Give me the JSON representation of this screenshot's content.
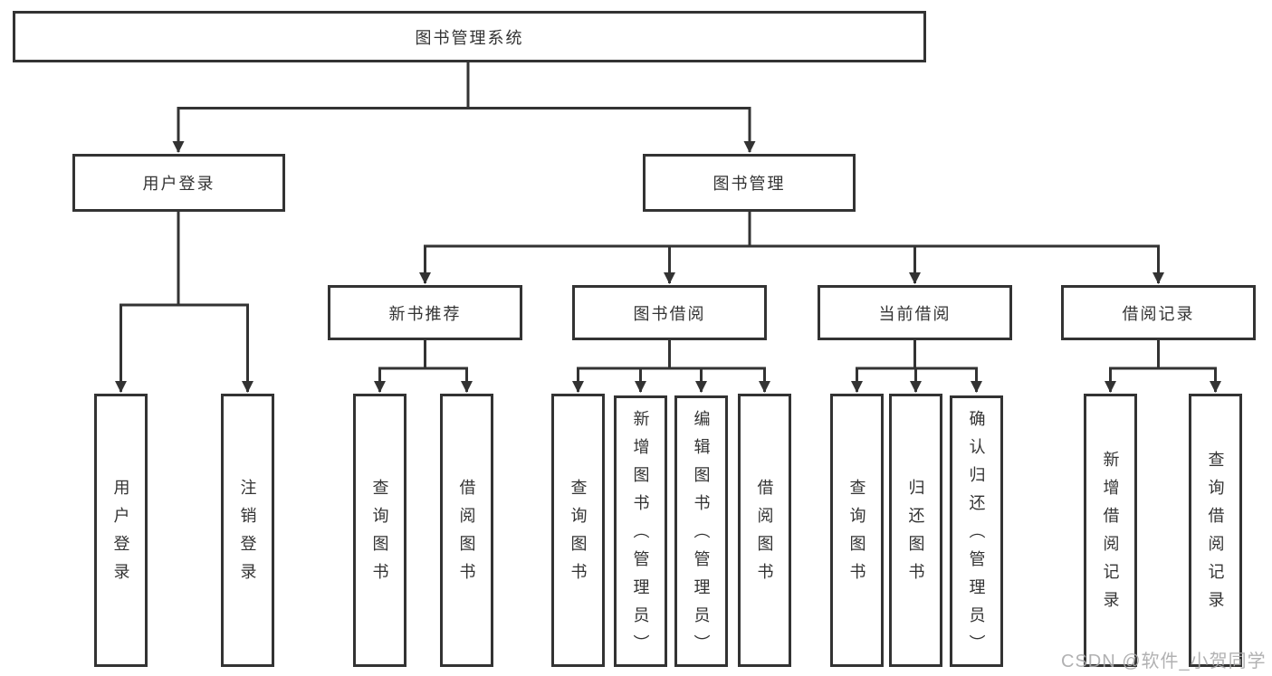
{
  "root": {
    "label": "图书管理系统"
  },
  "branches": [
    {
      "label": "用户登录",
      "children": [
        {
          "label": "用户登录"
        },
        {
          "label": "注销登录"
        }
      ]
    },
    {
      "label": "图书管理",
      "children": [
        {
          "label": "新书推荐",
          "children": [
            {
              "label": "查询图书"
            },
            {
              "label": "借阅图书"
            }
          ]
        },
        {
          "label": "图书借阅",
          "children": [
            {
              "label": "查询图书"
            },
            {
              "label": "新增图书（管理员）"
            },
            {
              "label": "编辑图书（管理员）"
            },
            {
              "label": "借阅图书"
            }
          ]
        },
        {
          "label": "当前借阅",
          "children": [
            {
              "label": "查询图书"
            },
            {
              "label": "归还图书"
            },
            {
              "label": "确认归还（管理员）"
            }
          ]
        },
        {
          "label": "借阅记录",
          "children": [
            {
              "label": "新增借阅记录"
            },
            {
              "label": "查询借阅记录"
            }
          ]
        }
      ]
    }
  ],
  "watermark": {
    "text": "CSDN @软件_小贺同学"
  },
  "colors": {
    "line": "#333333",
    "box_border": "#333333",
    "text": "#333333",
    "watermark": "#a8a8aa"
  }
}
